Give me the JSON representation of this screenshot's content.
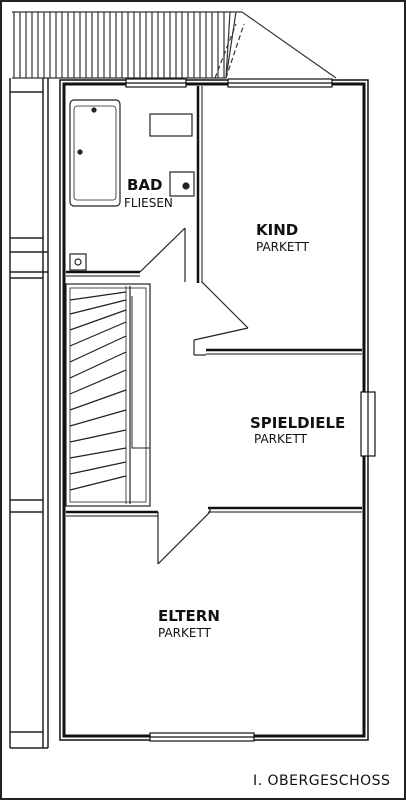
{
  "floor_title": "I. OBERGESCHOSS",
  "rooms": {
    "bad": {
      "name": "BAD",
      "floor": "FLIESEN"
    },
    "kind": {
      "name": "KIND",
      "floor": "PARKETT"
    },
    "spieldiele": {
      "name": "SPIELDIELE",
      "floor": "PARKETT"
    },
    "eltern": {
      "name": "ELTERN",
      "floor": "PARKETT"
    }
  }
}
